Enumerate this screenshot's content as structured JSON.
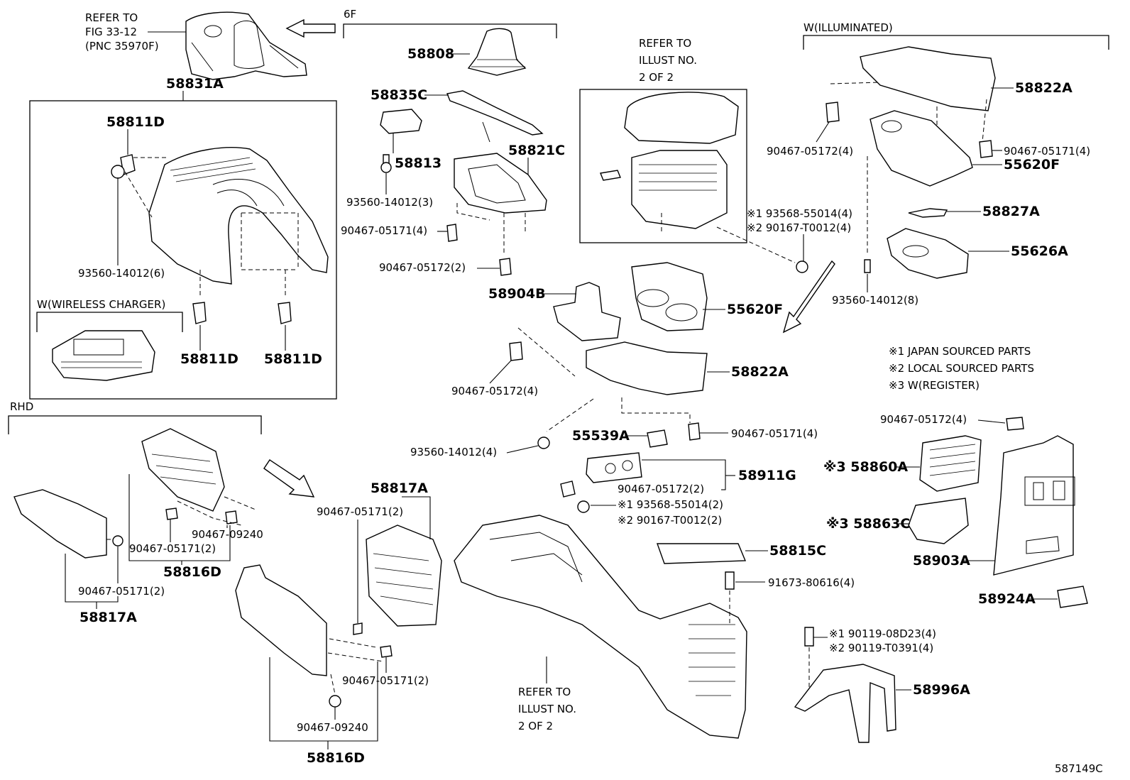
{
  "figure_id": "587149C",
  "group_labels": {
    "six_f": "6F",
    "w_illuminated": "W(ILLUMINATED)",
    "w_wireless_charger": "W(WIRELESS CHARGER)",
    "rhd": "RHD"
  },
  "refs": {
    "fig_line1": "REFER TO",
    "fig_line2": "FIG 33-12",
    "fig_line3": "(PNC 35970F)",
    "illust_top_line1": "REFER TO",
    "illust_top_line2": "ILLUST NO.",
    "illust_top_line3": "2 OF 2",
    "illust_bottom_line1": "REFER TO",
    "illust_bottom_line2": "ILLUST NO.",
    "illust_bottom_line3": "2 OF 2"
  },
  "legend": [
    "※1 JAPAN SOURCED PARTS",
    "※2 LOCAL SOURCED PARTS",
    "※3 W(REGISTER)"
  ],
  "callouts": {
    "p58831A": "58831A",
    "p58811D_top": "58811D",
    "p93560_14012_6": "93560-14012(6)",
    "p58811D_left": "58811D",
    "p58811D_right": "58811D",
    "p58808": "58808",
    "p58835C": "58835C",
    "p58813": "58813",
    "p58821C": "58821C",
    "p93560_14012_3": "93560-14012(3)",
    "p90467_05171_4_a": "90467-05171(4)",
    "p90467_05172_2_a": "90467-05172(2)",
    "p58904B": "58904B",
    "p55620F_mid": "55620F",
    "p58822A_mid": "58822A",
    "p90467_05172_4_a": "90467-05172(4)",
    "p93560_14012_4": "93560-14012(4)",
    "p55539A": "55539A",
    "p90467_05171_4_b": "90467-05171(4)",
    "p58911G": "58911G",
    "p90467_05172_2_b": "90467-05172(2)",
    "p93568_55014_2": "※1 93568-55014(2)",
    "p90167_T0012_2": "※2 90167-T0012(2)",
    "p58815C": "58815C",
    "p91673_80616_4": "91673-80616(4)",
    "p93568_55014_4": "※1 93568-55014(4)",
    "p90167_T0012_4": "※2 90167-T0012(4)",
    "p58822A_top": "58822A",
    "p90467_05172_4_b": "90467-05172(4)",
    "p90467_05171_4_c": "90467-05171(4)",
    "p55620F_top": "55620F",
    "p58827A": "58827A",
    "p55626A": "55626A",
    "p93560_14012_8": "93560-14012(8)",
    "p90467_05172_4_c": "90467-05172(4)",
    "p58860A": "※3 58860A",
    "p58863C": "※3 58863C",
    "p58903A": "58903A",
    "p58924A": "58924A",
    "p90119_08D23_4": "※1 90119-08D23(4)",
    "p90119_T0391_4": "※2 90119-T0391(4)",
    "p58996A": "58996A",
    "p58817A_mid": "58817A",
    "p90467_05171_2_a": "90467-05171(2)",
    "p90467_05171_2_b": "90467-05171(2)",
    "p90467_09240_a": "90467-09240",
    "p90467_09240_b": "90467-09240",
    "p58816D_left": "58816D",
    "p90467_05171_2_c": "90467-05171(2)",
    "p90467_05171_2_d": "90467-05171(2)",
    "p58817A_left": "58817A",
    "p58816D_bottom": "58816D"
  }
}
